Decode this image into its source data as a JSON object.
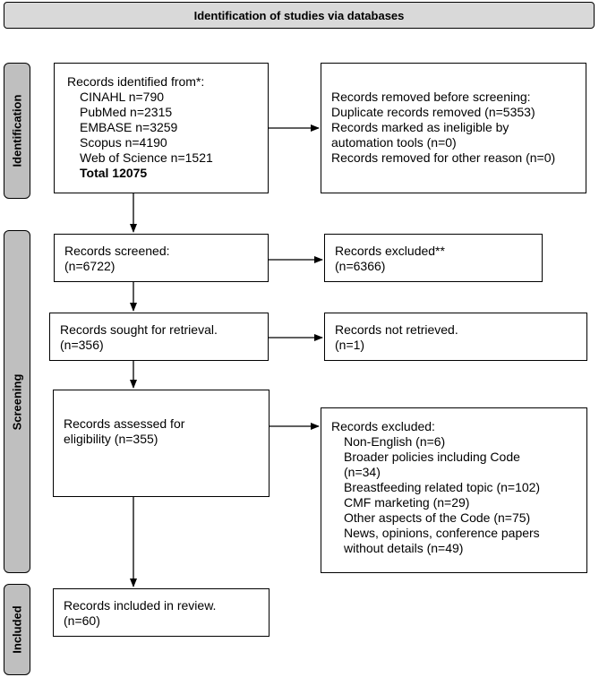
{
  "header": {
    "title": "Identification of studies via databases"
  },
  "phases": {
    "identification": "Identification",
    "screening": "Screening",
    "included": "Included"
  },
  "identification": {
    "records_identified": {
      "heading": "Records identified from*:",
      "sources": [
        "CINAHL n=790",
        "PubMed n=2315",
        "EMBASE n=3259",
        "Scopus n=4190",
        "Web of Science n=1521"
      ],
      "total": "Total 12075"
    },
    "records_removed": {
      "lines": [
        "Records removed before screening:",
        "Duplicate records removed (n=5353)",
        "Records marked as ineligible by",
        "automation tools (n=0)",
        "Records removed for other reason (n=0)"
      ]
    }
  },
  "screening": {
    "screened": {
      "line1": "Records screened:",
      "line2": "(n=6722)"
    },
    "excluded": {
      "line1": "Records excluded**",
      "line2": "(n=6366)"
    },
    "sought": {
      "line1": "Records sought for retrieval.",
      "line2": "(n=356)"
    },
    "not_retrieved": {
      "line1": "Records not retrieved.",
      "line2": "(n=1)"
    },
    "assessed": {
      "line1": "Records assessed for",
      "line2": "eligibility (n=355)"
    },
    "excluded_reasons": {
      "heading": "Records excluded:",
      "reasons": [
        "Non-English (n=6)",
        "Broader policies including Code",
        "(n=34)",
        "Breastfeeding related topic (n=102)",
        "CMF marketing (n=29)",
        "Other aspects of the Code (n=75)",
        "News, opinions, conference papers",
        "without details (n=49)"
      ]
    }
  },
  "included": {
    "in_review": {
      "line1": "Records included in review.",
      "line2": "(n=60)"
    }
  }
}
